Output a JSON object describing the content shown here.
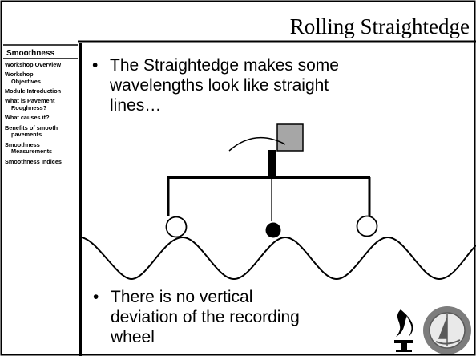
{
  "slide": {
    "title": "Rolling Straightedge"
  },
  "sidebar": {
    "header": "Smoothness",
    "items": [
      {
        "line1": "Workshop Overview",
        "line2": ""
      },
      {
        "line1": "Workshop",
        "line2": "Objectives"
      },
      {
        "line1": "Module Introduction",
        "line2": ""
      },
      {
        "line1": "What is Pavement",
        "line2": "Roughness?"
      },
      {
        "line1": "What causes it?",
        "line2": ""
      },
      {
        "line1": "Benefits of smooth",
        "line2": "pavements"
      },
      {
        "line1": "Smoothness",
        "line2": "Measurements"
      },
      {
        "line1": "Smoothness Indices",
        "line2": ""
      }
    ]
  },
  "bullets": [
    {
      "lines": [
        "The Straightedge makes some",
        "wavelengths look like straight",
        "lines…"
      ]
    },
    {
      "lines": [
        "There is no vertical",
        "deviation of the recording",
        "wheel"
      ]
    }
  ],
  "colors": {
    "frame": "#000000",
    "recorder_box": "#a6a6a6",
    "background": "#ffffff",
    "seal": "#7d7d7d"
  },
  "icons": {
    "torch_logo": "torch-icon",
    "seal_logo": "seal-icon"
  }
}
